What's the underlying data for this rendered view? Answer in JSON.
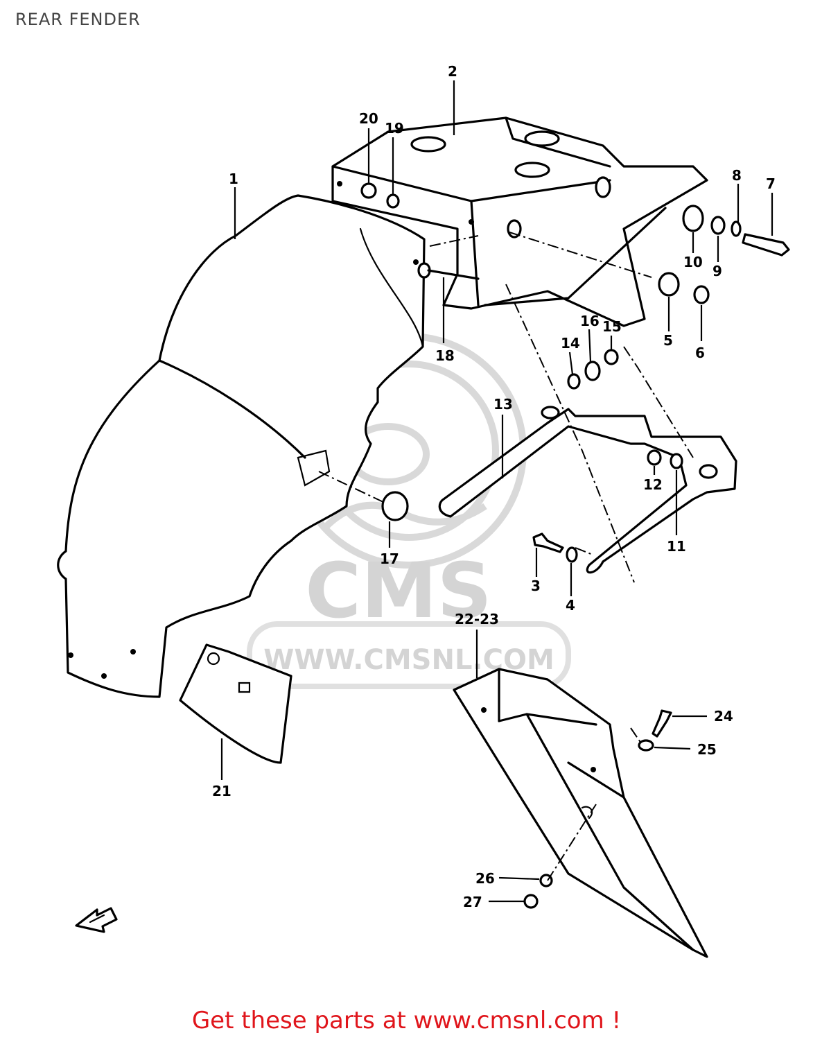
{
  "title": "REAR FENDER",
  "watermark": {
    "brand": "CMS",
    "url": "WWW.CMSNL.COM"
  },
  "callouts": [
    {
      "id": "1",
      "label": "1"
    },
    {
      "id": "2",
      "label": "2"
    },
    {
      "id": "3",
      "label": "3"
    },
    {
      "id": "4",
      "label": "4"
    },
    {
      "id": "5",
      "label": "5"
    },
    {
      "id": "6",
      "label": "6"
    },
    {
      "id": "7",
      "label": "7"
    },
    {
      "id": "8",
      "label": "8"
    },
    {
      "id": "9",
      "label": "9"
    },
    {
      "id": "10",
      "label": "10"
    },
    {
      "id": "11",
      "label": "11"
    },
    {
      "id": "12",
      "label": "12"
    },
    {
      "id": "13",
      "label": "13"
    },
    {
      "id": "14",
      "label": "14"
    },
    {
      "id": "15",
      "label": "15"
    },
    {
      "id": "16",
      "label": "16"
    },
    {
      "id": "17",
      "label": "17"
    },
    {
      "id": "18",
      "label": "18"
    },
    {
      "id": "19",
      "label": "19"
    },
    {
      "id": "20",
      "label": "20"
    },
    {
      "id": "21",
      "label": "21"
    },
    {
      "id": "22-23",
      "label": "22-23"
    },
    {
      "id": "24",
      "label": "24"
    },
    {
      "id": "25",
      "label": "25"
    },
    {
      "id": "26",
      "label": "26"
    },
    {
      "id": "27",
      "label": "27"
    }
  ],
  "icons": {
    "front_direction": "front-arrow-icon"
  },
  "footer": {
    "link_text": "Get these parts at www.cmsnl.com !",
    "color": "#e0151b"
  }
}
